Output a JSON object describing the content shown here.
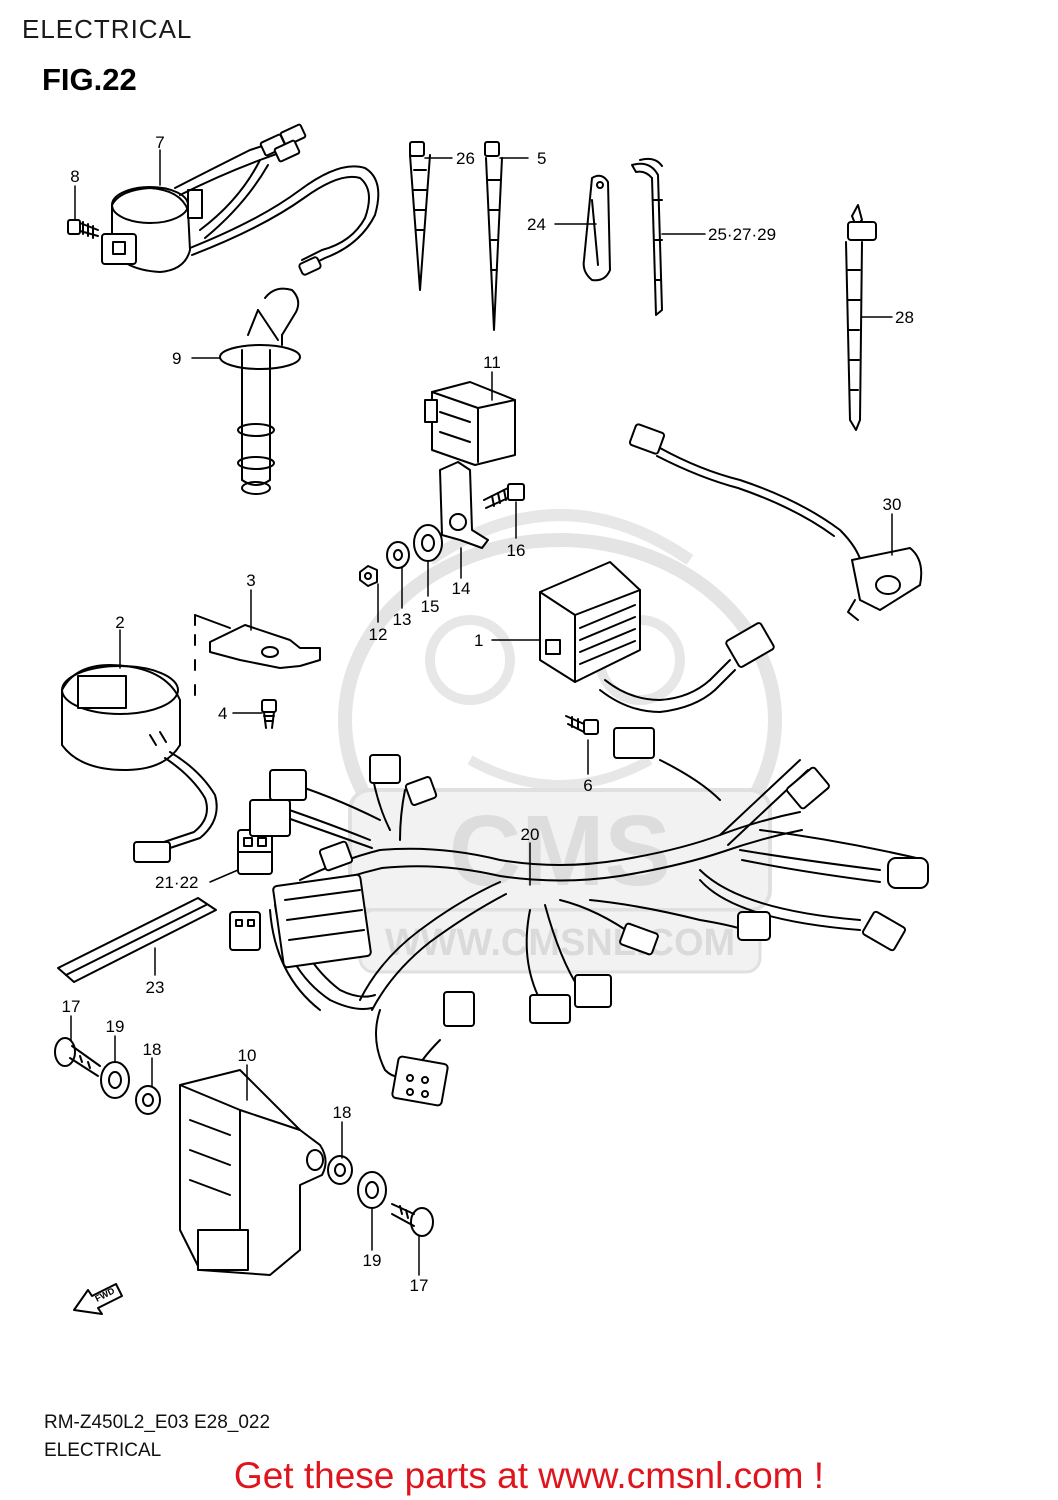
{
  "header": {
    "title": "ELECTRICAL",
    "figure": "FIG.22"
  },
  "watermark": {
    "brand": "CMS",
    "url": "WWW.CMSNL.COM"
  },
  "fwd_label": "FWD",
  "callouts": [
    "7",
    "8",
    "26",
    "5",
    "24",
    "25·27·29",
    "28",
    "9",
    "11",
    "16",
    "30",
    "14",
    "15",
    "13",
    "12",
    "3",
    "2",
    "1",
    "4",
    "6",
    "20",
    "21·22",
    "23",
    "17",
    "19",
    "18",
    "10",
    "18",
    "19",
    "17"
  ],
  "footer": {
    "model_code": "RM-Z450L2_E03 E28_022",
    "section": "ELECTRICAL",
    "promo": "Get these parts at www.cmsnl.com !"
  },
  "colors": {
    "promo_text": "#e0141c",
    "line_art": "#000000",
    "watermark": "#c8c8c8"
  }
}
